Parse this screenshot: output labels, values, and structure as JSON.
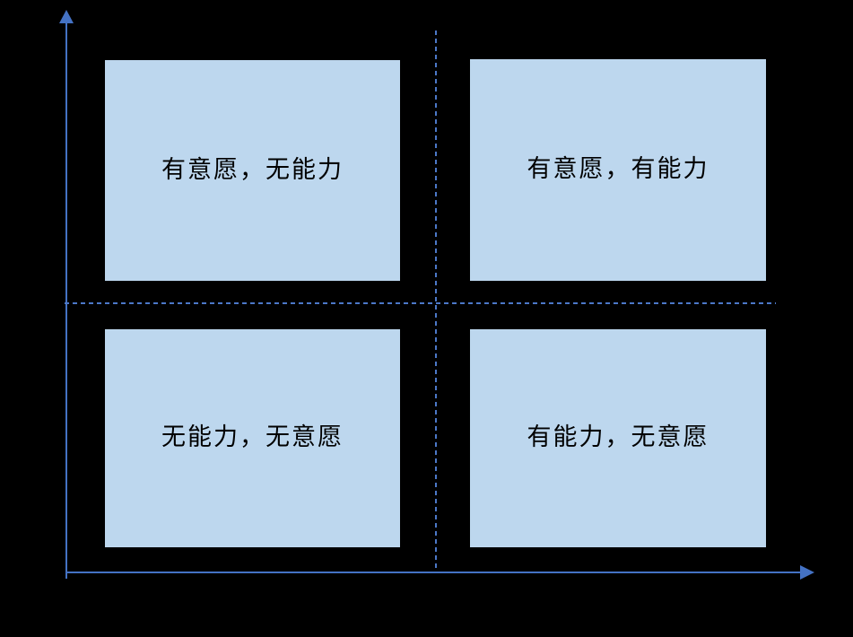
{
  "diagram": {
    "type": "quadrant-matrix",
    "colors": {
      "background": "#000000",
      "axis": "#4472C4",
      "dashed": "#4C78C8",
      "box_fill": "#BDD7EE",
      "box_text": "#000000"
    },
    "quadrants": {
      "top_left": {
        "label": "有意愿，无能力"
      },
      "top_right": {
        "label": "有意愿，有能力"
      },
      "bottom_left": {
        "label": "无能力，无意愿"
      },
      "bottom_right": {
        "label": "有能力，无意愿"
      }
    }
  }
}
